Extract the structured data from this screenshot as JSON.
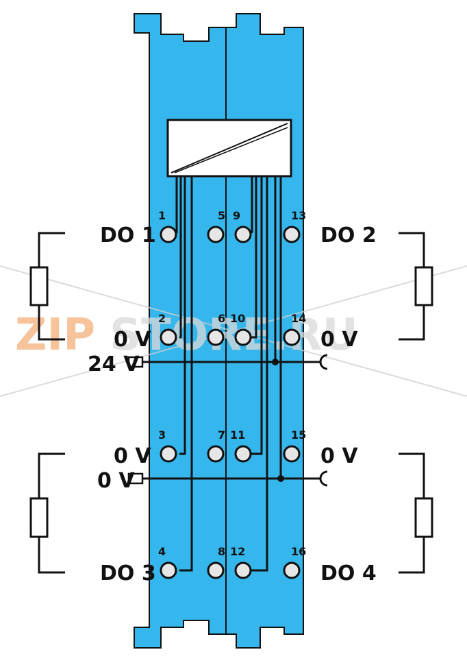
{
  "diagram": {
    "labels": {
      "do1": "DO 1",
      "do2": "DO 2",
      "do3": "DO 3",
      "do4": "DO 4",
      "zero_v_left_1": "0 V",
      "zero_v_right_1": "0 V",
      "zero_v_left_2": "0 V",
      "zero_v_right_2": "0 V",
      "supply_24v": "24 V",
      "supply_0v": "0 V"
    },
    "terminals": [
      "1",
      "5",
      "9",
      "13",
      "2",
      "6",
      "10",
      "14",
      "3",
      "7",
      "11",
      "15",
      "4",
      "8",
      "12",
      "16"
    ]
  },
  "watermark": {
    "zip": "ZIP",
    "store": "STORE.RU"
  },
  "colors": {
    "module_blue": "#35b6ec",
    "ink": "#111111",
    "watermark_orange": "#f3b07a",
    "watermark_gray": "#d9d9d9"
  }
}
